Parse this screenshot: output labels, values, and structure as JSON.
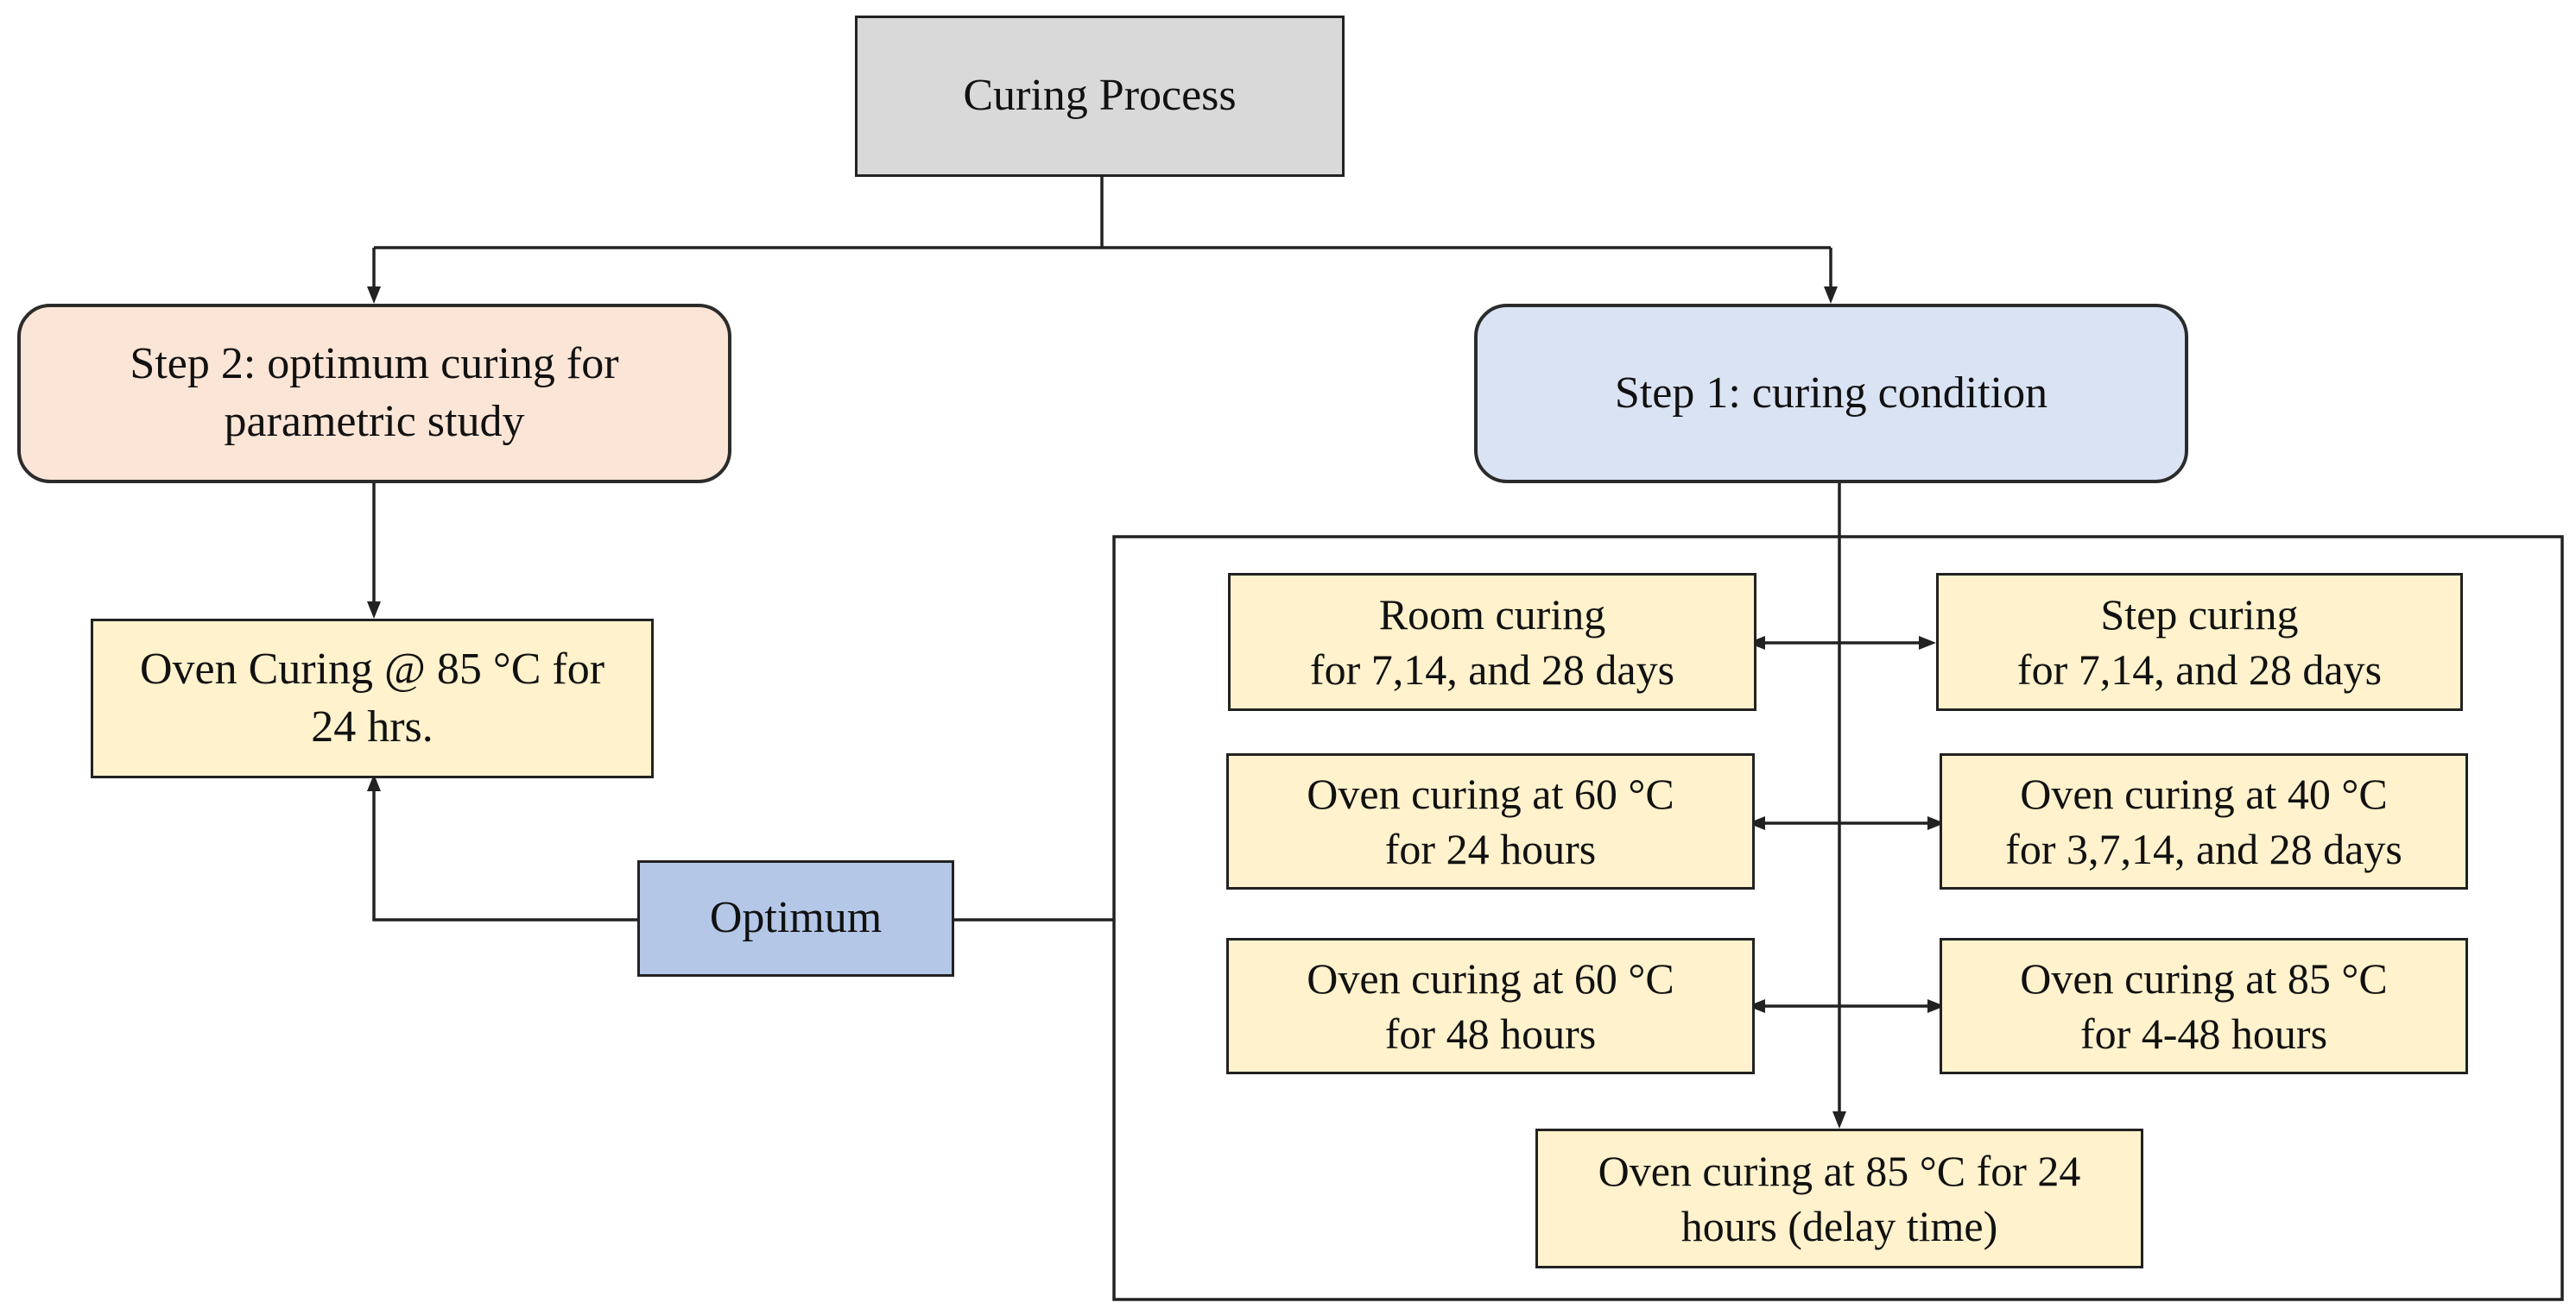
{
  "nodes": {
    "root": "Curing Process",
    "step2": "Step 2: optimum curing for\nparametric study",
    "step1": "Step 1: curing condition",
    "oven85_24": "Oven Curing @ 85 °C for\n24 hrs.",
    "optimum": "Optimum",
    "room": "Room curing\nfor 7,14, and 28 days",
    "stepcuring": "Step curing\nfor 7,14, and 28 days",
    "oven60_24": "Oven curing at 60 °C\nfor 24 hours",
    "oven40": "Oven curing at 40 °C\nfor 3,7,14, and 28 days",
    "oven60_48": "Oven curing at 60 °C\nfor 48 hours",
    "oven85_4_48": "Oven curing at 85 °C\nfor 4-48 hours",
    "delay": "Oven curing at 85 °C for 24\nhours (delay time)"
  },
  "colors": {
    "root_fill": "#d9d9d9",
    "step2_fill": "#fbe5d6",
    "step1_fill": "#dae3f3",
    "condition_fill": "#fff2cc",
    "optimum_fill": "#b4c7e7",
    "line": "#222222"
  }
}
